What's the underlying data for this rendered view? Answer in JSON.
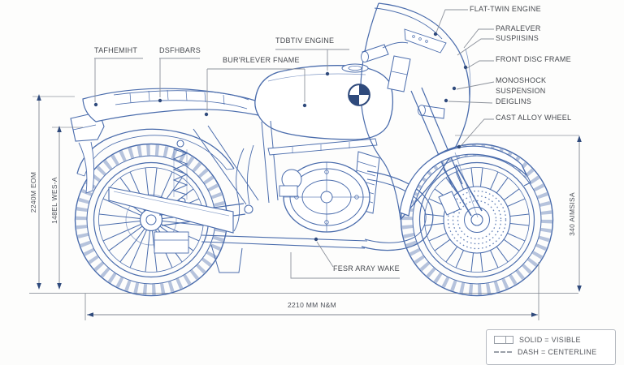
{
  "part_labels": {
    "tail": "TAFHEMIHT",
    "handlebars": "DSFHBARS",
    "frame": "BUR'RLEVER FNAME",
    "engine_top": "TDBTIV ENGINE",
    "flat_twin": "FLAT-TWIN ENGINE",
    "paralever_line1": "PARALEVER",
    "paralever_line2": "SUSPIISINS",
    "front_disc": "FRONT DISC FRAME",
    "monoshock_line1": "MONOSHOCK",
    "monoshock_line2": "SUSPENSION",
    "monoshock_line3": "DEIGLINS",
    "cast_alloy": "CAST ALLOY WHEEL",
    "rear_brake": "FESR ARAY WAKE"
  },
  "dimensions": {
    "overall_height_left": "2240M EOM",
    "seat_height_left": "148EL WES-A",
    "wheel_height_right": "340 AIMSISA",
    "wheelbase_bottom": "2210 MM N&M"
  },
  "legend": {
    "solid": "SOLID = VISIBLE",
    "dash": "DASH = CENTERLINE"
  },
  "icons": {
    "brand": "bmw-roundel",
    "legend_solid_swatch": "solid-line-sample",
    "legend_dash_swatch": "dashed-line-sample"
  },
  "colors": {
    "blueprint_line": "#4a6cac",
    "accent_navy": "#2f4a7c",
    "label_text": "#45484e",
    "leader_line": "#8d929b",
    "dimension_line": "#7f858f",
    "background": "#fdfdfc",
    "legend_border": "#b6bac1"
  }
}
